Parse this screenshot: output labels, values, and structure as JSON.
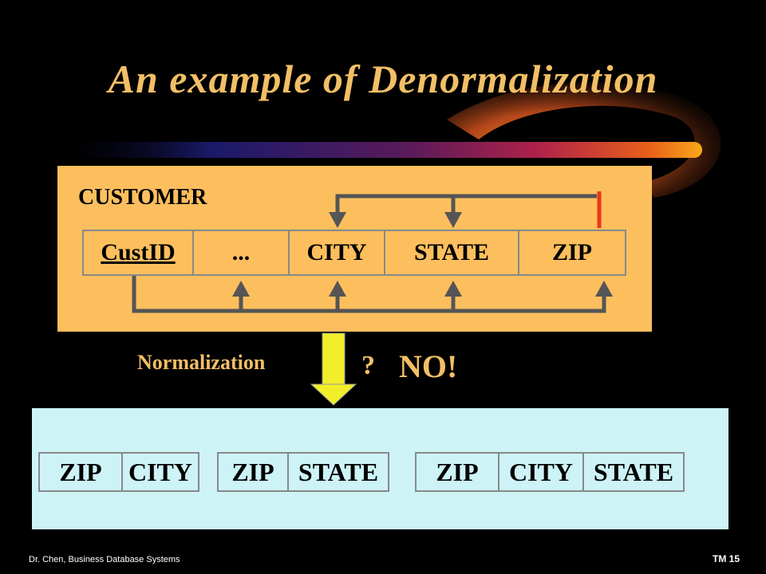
{
  "title": "An example of Denormalization",
  "top_table": {
    "name": "CUSTOMER",
    "columns": [
      "CustID",
      "...",
      "CITY",
      "STATE",
      "ZIP"
    ]
  },
  "normalization_label": "Normalization",
  "question_mark": "?",
  "answer": "NO!",
  "bottom_tables": [
    {
      "columns": [
        "ZIP",
        "CITY"
      ]
    },
    {
      "columns": [
        "ZIP",
        "STATE"
      ]
    },
    {
      "columns": [
        "ZIP",
        "CITY",
        "STATE"
      ]
    }
  ],
  "footer": {
    "left": "Dr. Chen, Business Database Systems",
    "right": "TM 15"
  },
  "colors": {
    "background": "#000000",
    "title": "#f2bf65",
    "top_panel": "#fdbf5e",
    "bottom_panel": "#cdf3f6",
    "arrow": "#555555",
    "arrow_yellow": "#f2ef2a",
    "highlight_red": "#e8371b"
  }
}
